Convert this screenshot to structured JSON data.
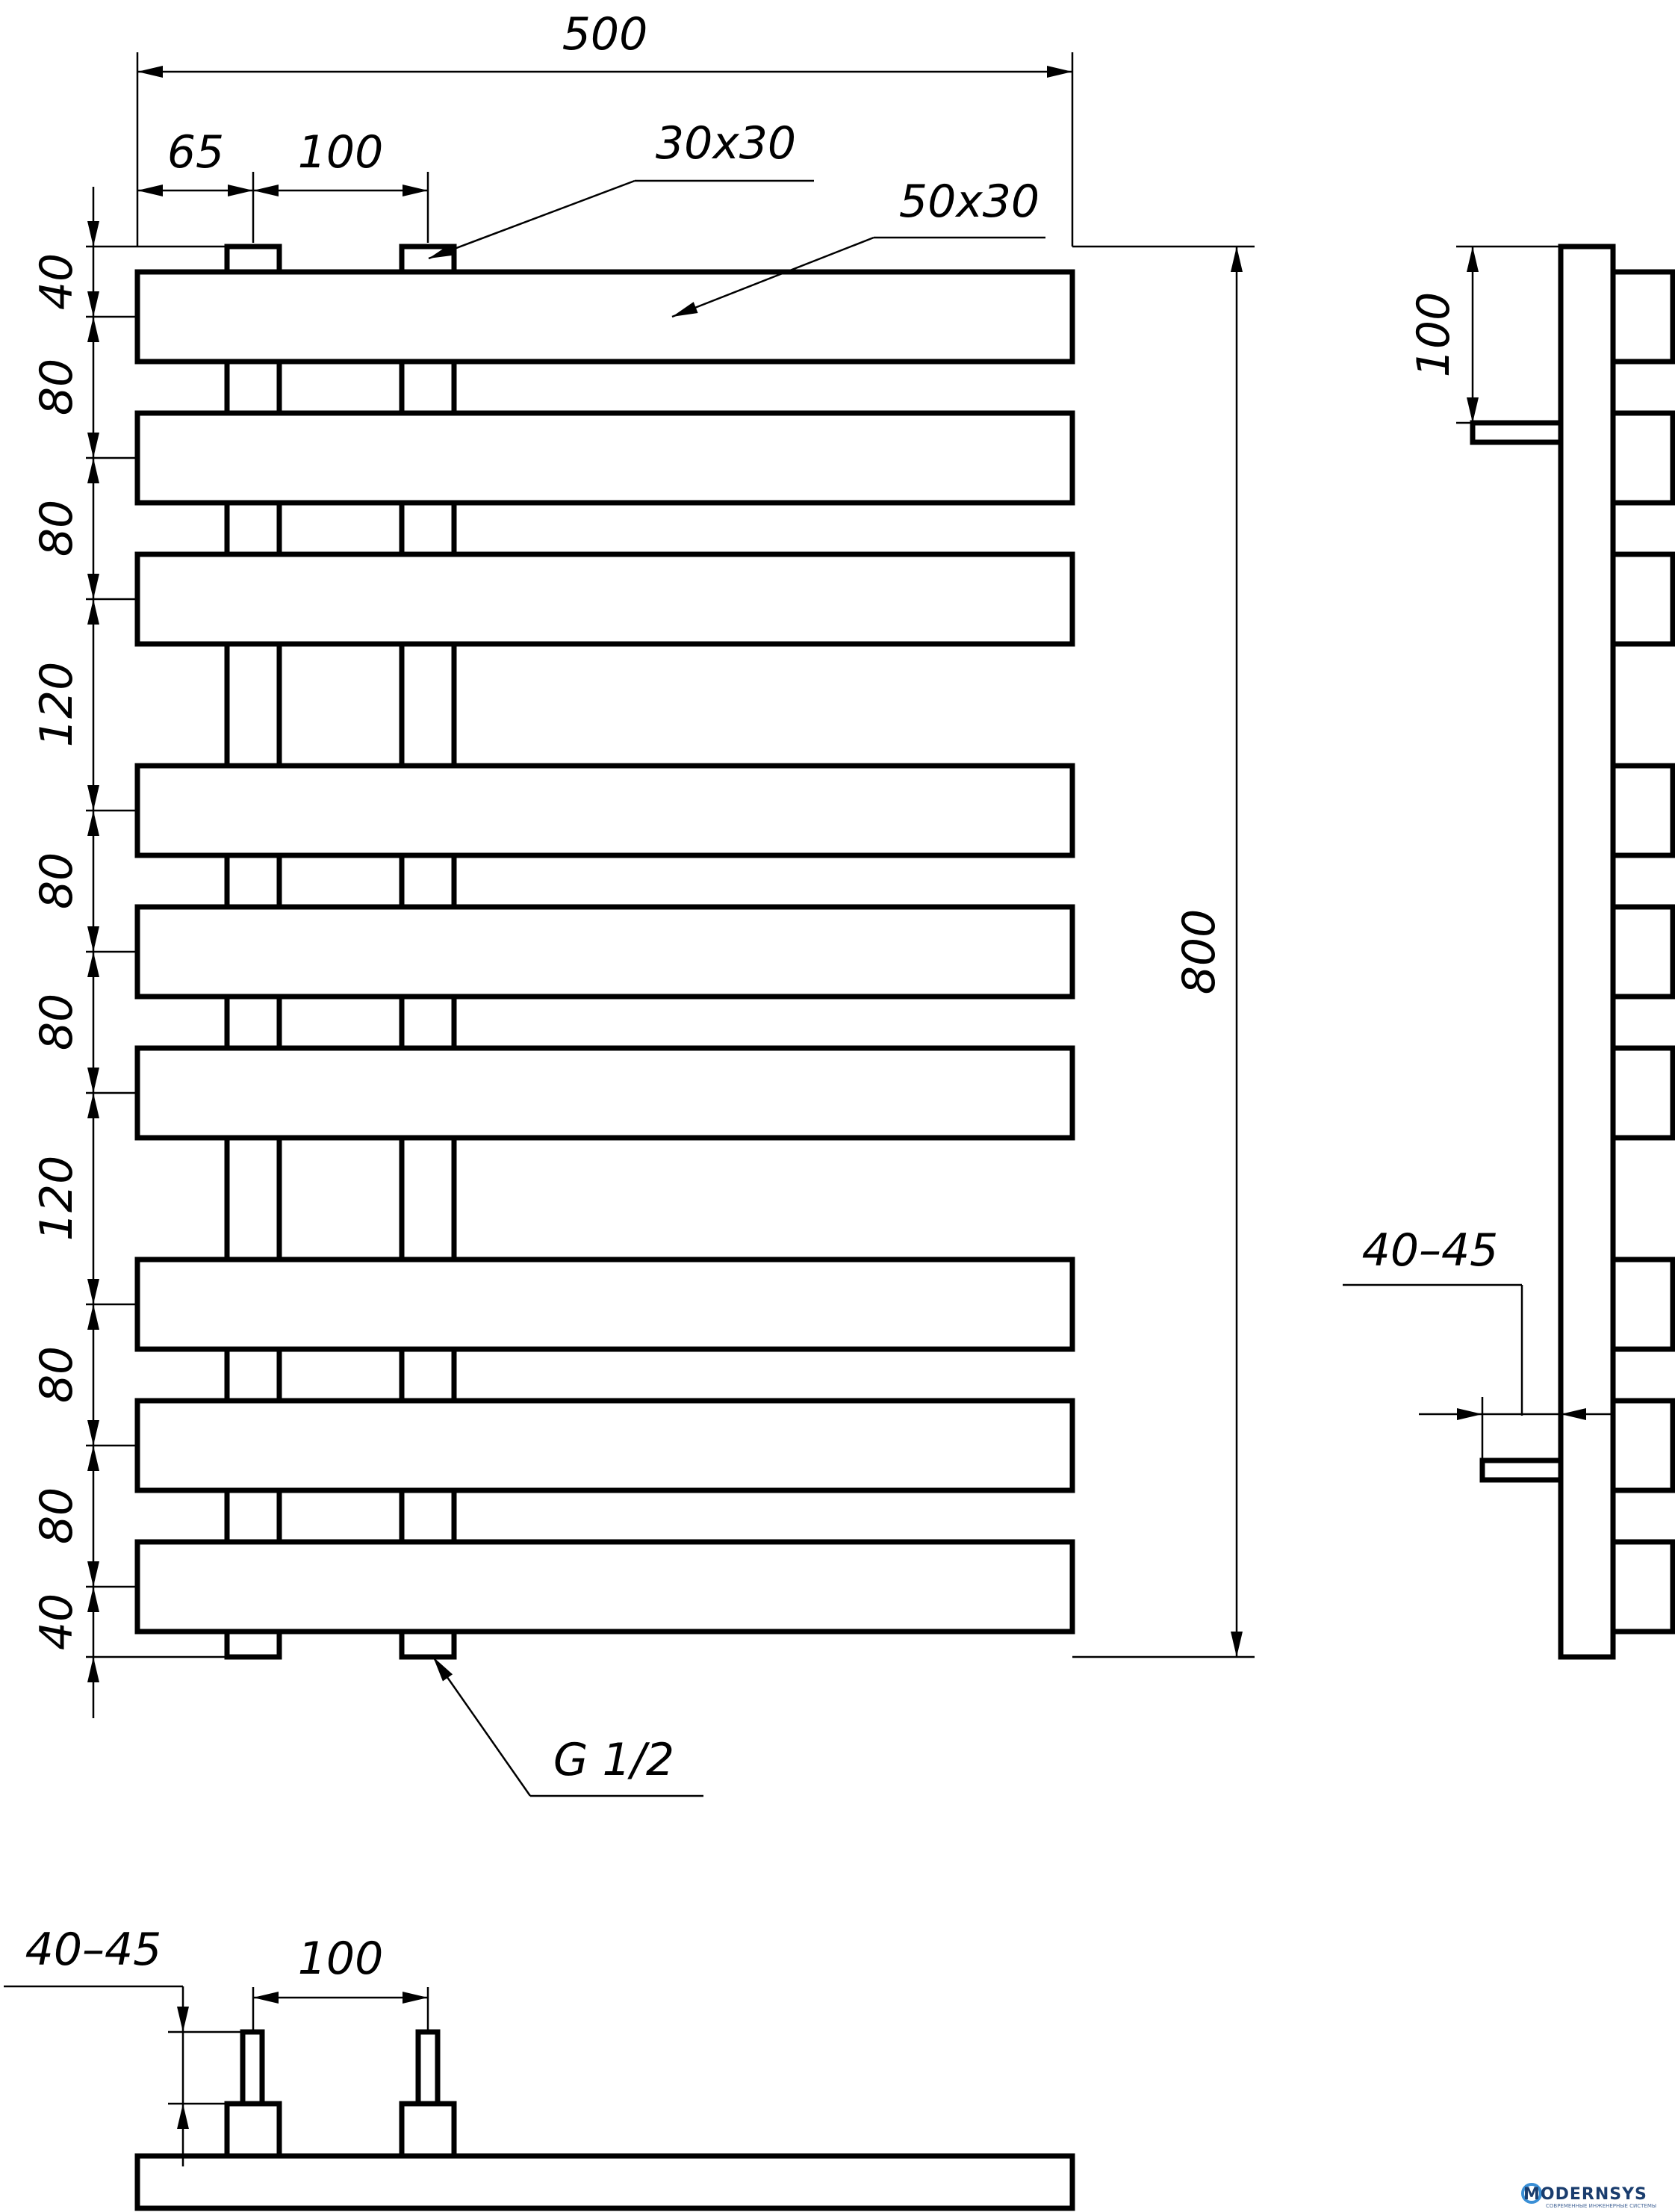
{
  "dimensions": {
    "overall_width": "500",
    "offset_left": "65",
    "pipe_spacing": "100",
    "pipe_section": "30x30",
    "bar_section": "50x30",
    "overall_height": "800",
    "spacing_labels": [
      "40",
      "80",
      "80",
      "120",
      "80",
      "80",
      "120",
      "80",
      "80",
      "40"
    ],
    "side_pipe_offset": "100",
    "wall_distance": "40–45",
    "connection": "G 1/2",
    "bottom_wall_distance": "40–45",
    "bottom_pipe_spacing": "100"
  },
  "logo": {
    "name": "MODERNSYS",
    "tagline": "СОВРЕМЕННЫЕ ИНЖЕНЕРНЫЕ СИСТЕМЫ"
  },
  "colors": {
    "line": "#000000",
    "background": "#ffffff",
    "logo": "#1a3d6e"
  }
}
